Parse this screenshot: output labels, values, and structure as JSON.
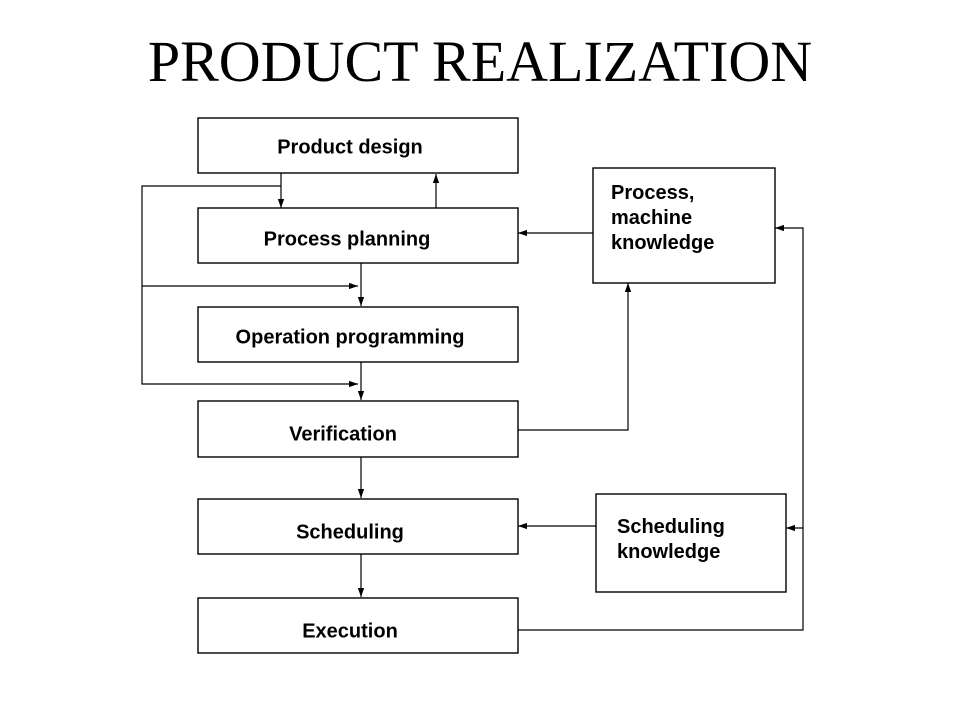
{
  "title": "PRODUCT REALIZATION",
  "nodes": {
    "product_design": "Product design",
    "process_planning": "Process planning",
    "operation_programming": "Operation programming",
    "verification": "Verification",
    "scheduling": "Scheduling",
    "execution": "Execution",
    "process_machine_knowledge": [
      "Process,",
      "machine",
      "knowledge"
    ],
    "scheduling_knowledge": [
      "Scheduling",
      "knowledge"
    ]
  }
}
